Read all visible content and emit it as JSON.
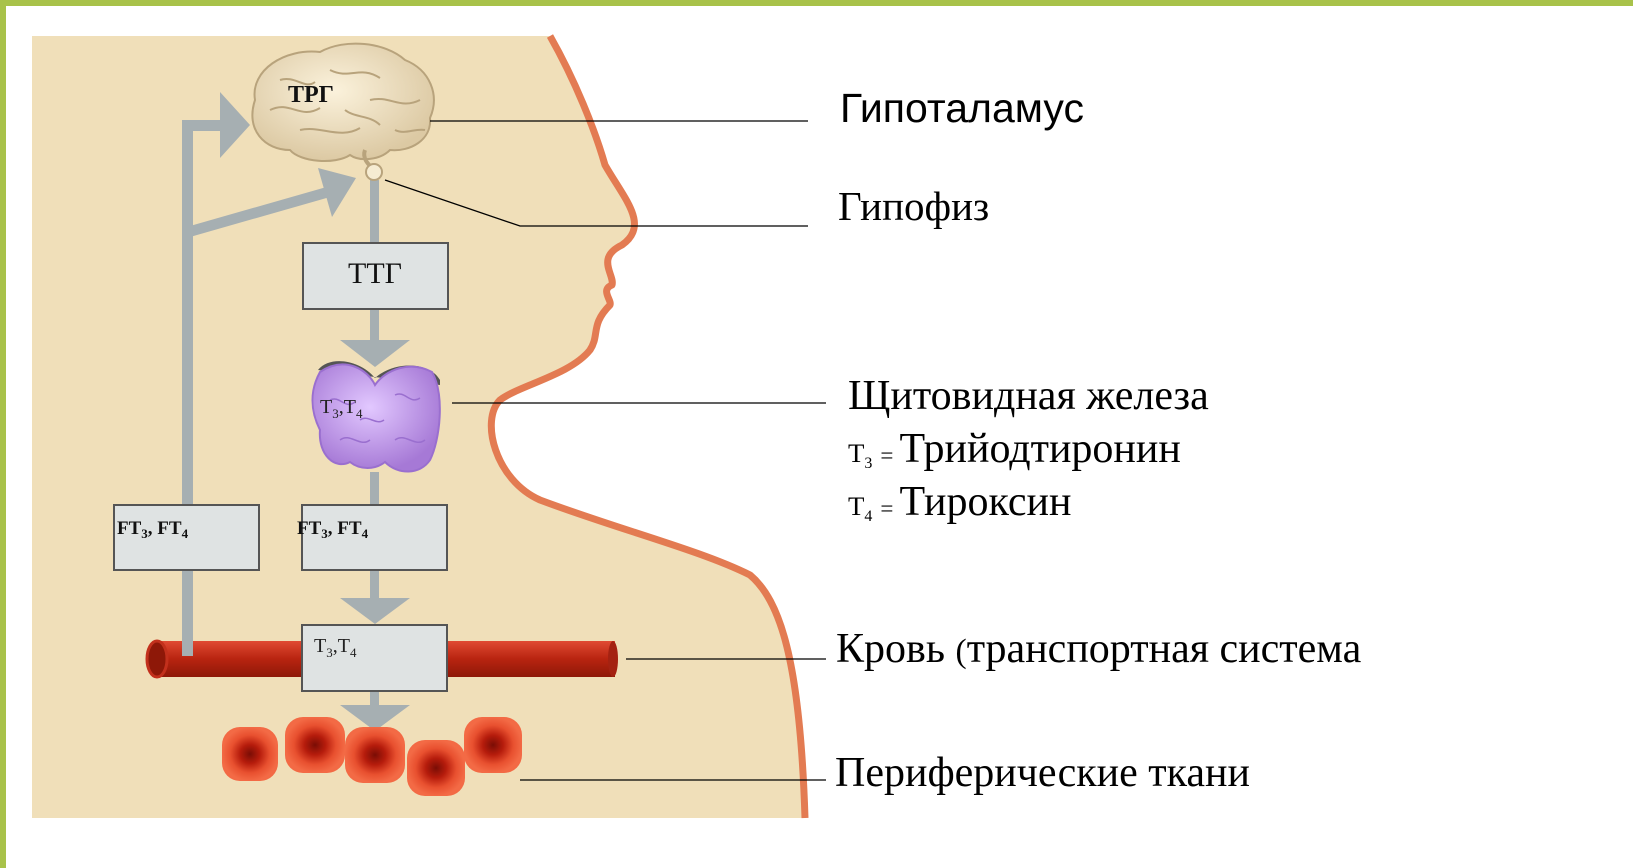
{
  "colors": {
    "frame": "#a8c24a",
    "skin": "#f0dfb9",
    "skin_outline": "#e37b52",
    "arrow": "#a6afb2",
    "box_fill": "#dfe3e3",
    "thyroid": "#c39ce8",
    "vessel": "#c62f1c",
    "cells": "#d8321a"
  },
  "icons": [
    "brain-icon",
    "pituitary-icon",
    "thyroid-gland-icon",
    "blood-vessel-icon",
    "tissue-cells-icon"
  ],
  "diagram": {
    "brain_label": "ТРГ",
    "box_ttg": "ТТГ",
    "thyroid_label": {
      "t3": "Т",
      "t3_sub": "3",
      "sep": ",",
      "t4": "Т",
      "t4_sub": "4"
    },
    "box_ft_left": {
      "ft3": "FT",
      "ft3_sub": "3",
      "sep": ", ",
      "ft4": "FT",
      "ft4_sub": "4"
    },
    "box_ft_center": {
      "ft3": "FT",
      "ft3_sub": "3",
      "sep": ", ",
      "ft4": "FT",
      "ft4_sub": "4"
    },
    "box_blood": {
      "t3": "Т",
      "t3_sub": "3",
      "sep": ",",
      "t4": "Т",
      "t4_sub": "4"
    }
  },
  "labels": {
    "hypothalamus": "Гипоталамус",
    "pituitary": "Гипофиз",
    "thyroid": "Щитовидная железа",
    "t3_def": {
      "abbr": "Т",
      "sub": "3",
      "eq": "=",
      "name": "Трийодтиронин"
    },
    "t4_def": {
      "abbr": "Т",
      "sub": "4",
      "eq": "=",
      "name": "Тироксин"
    },
    "blood": {
      "main": "Кровь ",
      "paren": "(",
      "rest": "транспортная система"
    },
    "tissues": "Периферические ткани"
  }
}
